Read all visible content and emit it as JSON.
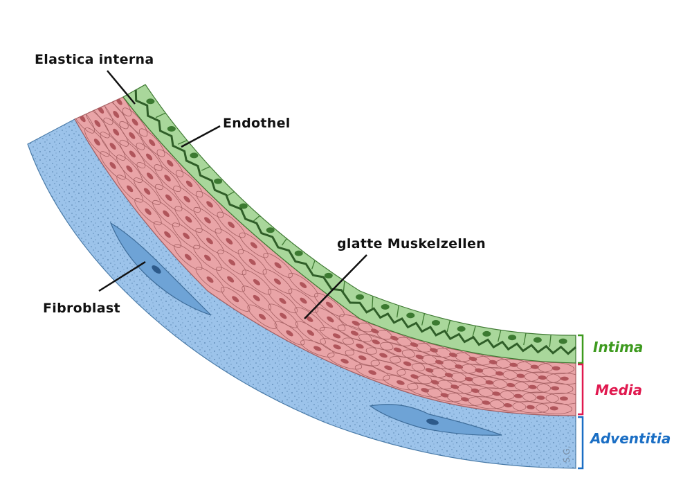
{
  "labels": {
    "elastica_interna": "Elastica interna",
    "endothel": "Endothel",
    "glatte_muskelzellen": "glatte Muskelzellen",
    "fibroblast": "Fibroblast"
  },
  "layers": [
    {
      "name": "Intima",
      "color": "#3d9a1e"
    },
    {
      "name": "Media",
      "color": "#e0194f"
    },
    {
      "name": "Adventitia",
      "color": "#1a6ec4"
    }
  ],
  "artist_initials": "S.G.",
  "colors": {
    "intima_fill": "#a9d79b",
    "intima_stroke": "#3f7a33",
    "intima_nucleus": "#3c7a31",
    "media_fill": "#e9a4a7",
    "media_stroke": "#a56063",
    "media_nucleus": "#b0555b",
    "adventitia_fill": "#9cc3ea",
    "adventitia_stroke": "#4a7ba8",
    "adventitia_dot": "#3d6c99",
    "fibroblast_fill": "#6ea3d6",
    "elastica": "#2f5e28"
  }
}
